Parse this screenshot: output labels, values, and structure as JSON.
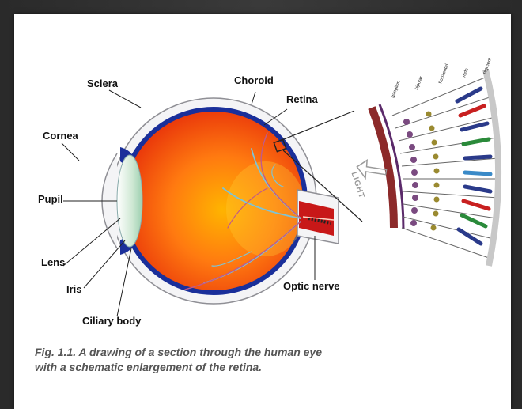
{
  "labels": {
    "sclera": "Sclera",
    "choroid": "Choroid",
    "retina": "Retina",
    "cornea": "Cornea",
    "pupil": "Pupil",
    "lens": "Lens",
    "iris": "Iris",
    "ciliary_body": "Ciliary body",
    "optic_nerve": "Optic nerve",
    "light": "LIGHT"
  },
  "caption": {
    "line1": "Fig. 1.1. A drawing of a section through the human eye",
    "line2": "with a schematic enlargement of the retina."
  },
  "colors": {
    "eyeball": "#f04a0c",
    "choroid": "#1a2f9a",
    "sclera_outline": "#9a9a9a",
    "lens": "#cfe8d4",
    "vessel": "#6fb6c8"
  }
}
